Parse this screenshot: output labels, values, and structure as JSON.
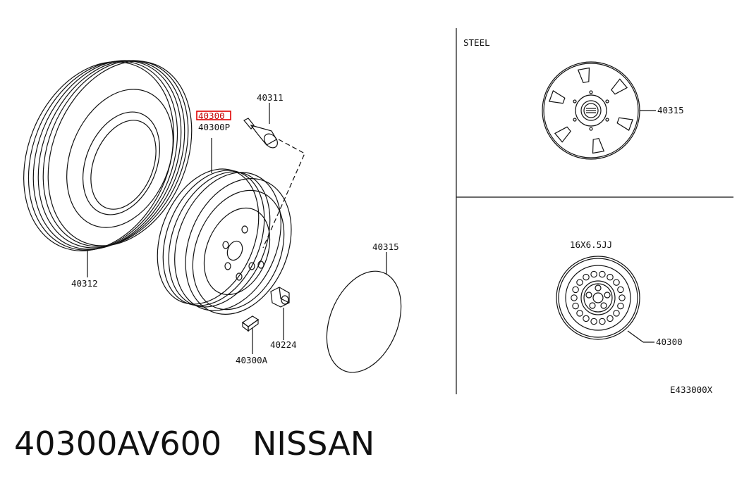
{
  "labels": {
    "tire": "40312",
    "wheel_hl": "40300",
    "wheel_p": "40300P",
    "valve": "40311",
    "cap_oval": "40315",
    "nut": "40224",
    "weight": "40300A",
    "panel_title": "STEEL",
    "cover": "40315",
    "size": "16X6.5JJ",
    "steel_wheel": "40300",
    "diagram_code": "E433000X"
  },
  "caption": {
    "part_number": "40300AV600",
    "brand": "NISSAN"
  },
  "colors": {
    "line": "#111111",
    "highlight": "#e00000"
  }
}
